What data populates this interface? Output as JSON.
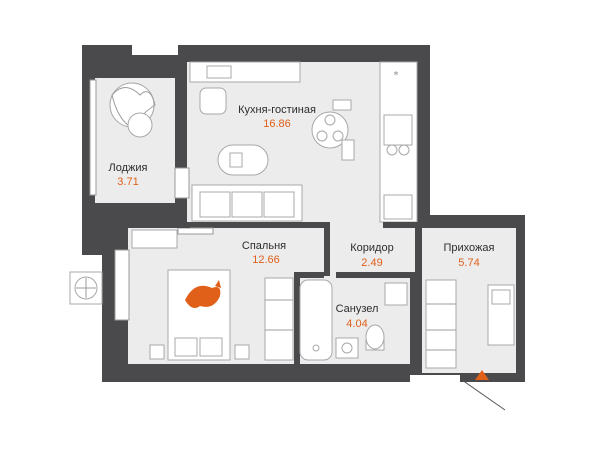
{
  "colors": {
    "wall": "#4a4a4c",
    "floor": "#ececec",
    "accent": "#e0601a"
  },
  "rooms": {
    "kitchen_living": {
      "name": "Кухня-гостиная",
      "area": "16.86"
    },
    "loggia": {
      "name": "Лоджия",
      "area": "3.71"
    },
    "bedroom": {
      "name": "Спальня",
      "area": "12.66"
    },
    "corridor": {
      "name": "Коридор",
      "area": "2.49"
    },
    "bathroom": {
      "name": "Санузел",
      "area": "4.04"
    },
    "hallway": {
      "name": "Прихожая",
      "area": "5.74"
    }
  },
  "icons": {
    "entrance": "entrance-arrow-icon",
    "cat": "cat-icon",
    "ac": "ac-unit-icon"
  }
}
